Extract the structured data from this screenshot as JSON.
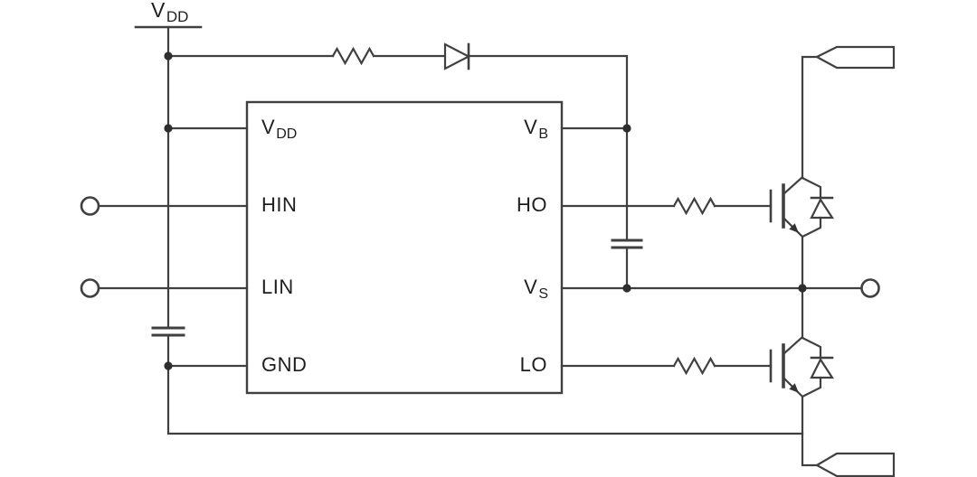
{
  "colors": {
    "background": "#ffffff",
    "line": "#404040",
    "text": "#1e1e1e"
  },
  "supply": {
    "label_main": "V",
    "label_sub": "DD"
  },
  "ic": {
    "pins_left": [
      {
        "main": "V",
        "sub": "DD"
      },
      {
        "main": "HIN",
        "sub": ""
      },
      {
        "main": "LIN",
        "sub": ""
      },
      {
        "main": "GND",
        "sub": ""
      }
    ],
    "pins_right": [
      {
        "main": "V",
        "sub": "B"
      },
      {
        "main": "HO",
        "sub": ""
      },
      {
        "main": "V",
        "sub": "S"
      },
      {
        "main": "LO",
        "sub": ""
      }
    ]
  },
  "symbols": [
    {
      "name": "vdd-supply-rail",
      "type": "power-rail"
    },
    {
      "name": "bootstrap-resistor",
      "type": "resistor"
    },
    {
      "name": "bootstrap-diode",
      "type": "diode"
    },
    {
      "name": "vdd-decoupling-capacitor",
      "type": "capacitor"
    },
    {
      "name": "bootstrap-capacitor",
      "type": "capacitor"
    },
    {
      "name": "hin-input-terminal",
      "type": "terminal"
    },
    {
      "name": "lin-input-terminal",
      "type": "terminal"
    },
    {
      "name": "vs-output-terminal",
      "type": "terminal"
    },
    {
      "name": "high-side-gate-resistor",
      "type": "resistor"
    },
    {
      "name": "low-side-gate-resistor",
      "type": "resistor"
    },
    {
      "name": "high-side-igbt",
      "type": "igbt-with-freewheel-diode"
    },
    {
      "name": "low-side-igbt",
      "type": "igbt-with-freewheel-diode"
    },
    {
      "name": "top-bus-connector",
      "type": "off-page-connector"
    },
    {
      "name": "bottom-bus-connector",
      "type": "off-page-connector"
    }
  ]
}
